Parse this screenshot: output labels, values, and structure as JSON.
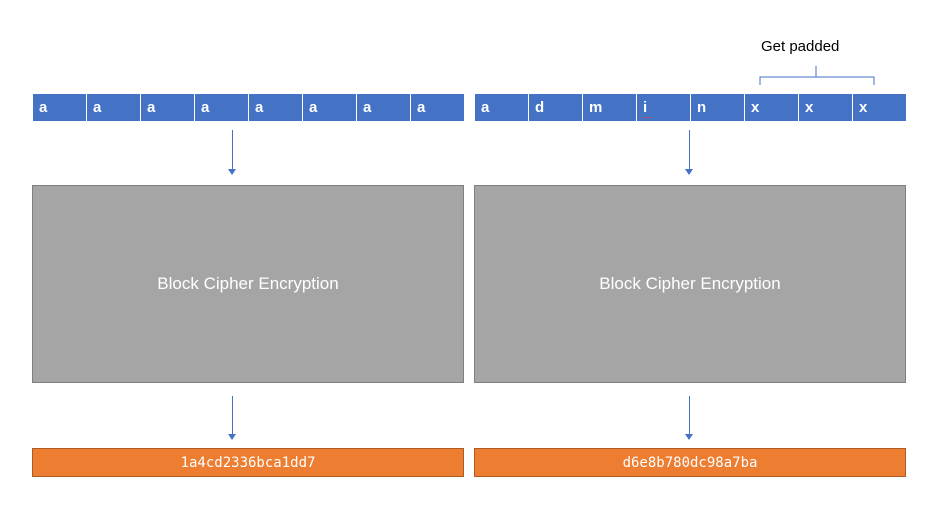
{
  "left": {
    "cells": [
      "a",
      "a",
      "a",
      "a",
      "a",
      "a",
      "a",
      "a"
    ],
    "cipher_label": "Block Cipher Encryption",
    "output": "1a4cd2336bca1dd7"
  },
  "right": {
    "cells": [
      "a",
      "d",
      "m",
      "i",
      "n",
      "x",
      "x",
      "x"
    ],
    "cipher_label": "Block Cipher Encryption",
    "output": "d6e8b780dc98a7ba"
  },
  "padding_label": "Get padded",
  "colors": {
    "block": "#4472c4",
    "cipher": "#a5a5a5",
    "output": "#ed7d31",
    "arrow": "#4472c4"
  }
}
